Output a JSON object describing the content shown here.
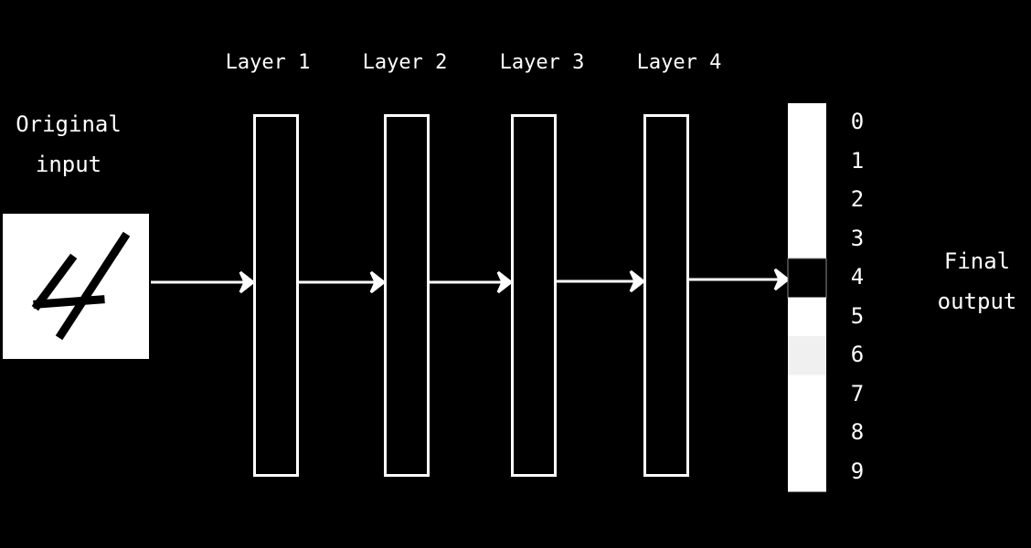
{
  "input_label": [
    "Original",
    "input"
  ],
  "layers": [
    "Layer 1",
    "Layer 2",
    "Layer 3",
    "Layer 4"
  ],
  "output_label": [
    "Final",
    "output"
  ],
  "output_classes": [
    "0",
    "1",
    "2",
    "3",
    "4",
    "5",
    "6",
    "7",
    "8",
    "9"
  ],
  "output_activations": [
    0,
    0,
    0,
    0,
    1,
    0,
    0.06,
    0,
    0,
    0
  ],
  "colors": {
    "background": "#000000",
    "foreground": "#ffffff",
    "highlight": "#000000",
    "faint": "#eeeeee"
  }
}
